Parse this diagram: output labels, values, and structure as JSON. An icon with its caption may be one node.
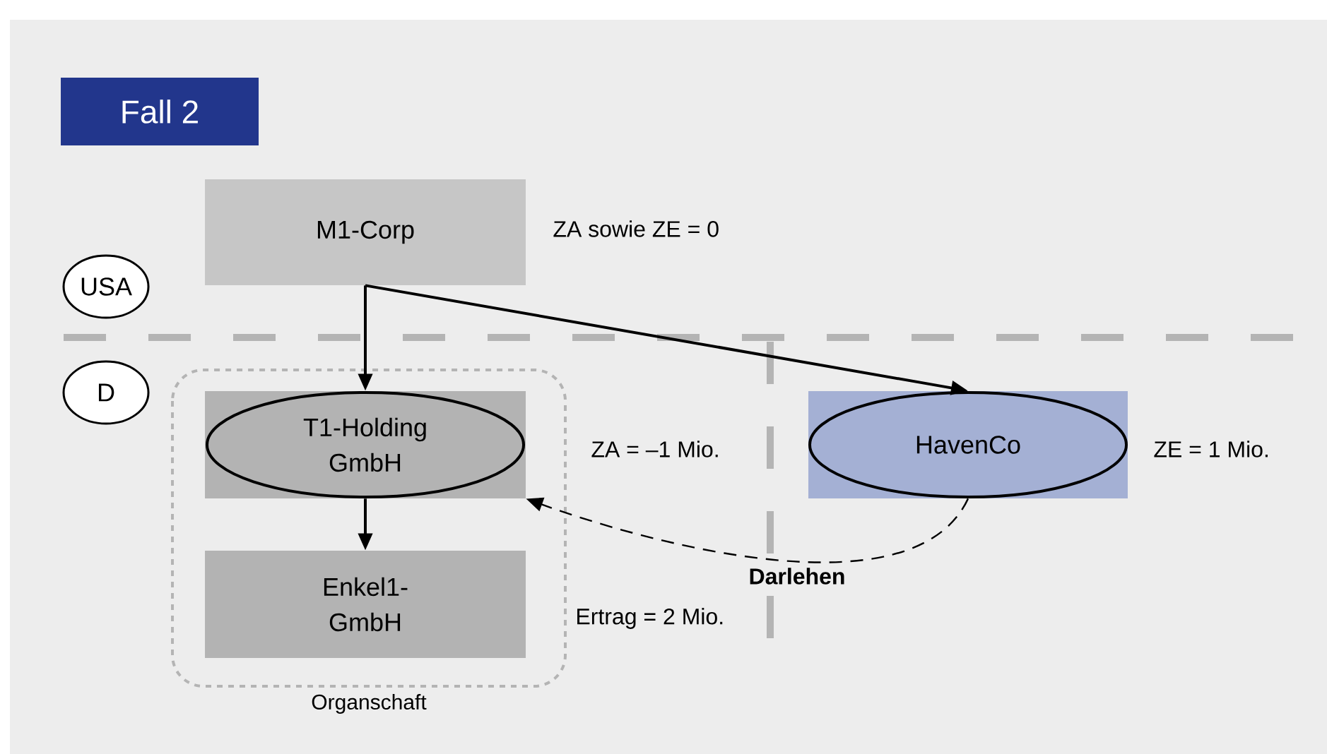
{
  "diagram": {
    "title": "Fall 2",
    "nodes": [
      {
        "text": [
          "M1-Corp"
        ],
        "beside": [
          "ZA sowie ZE = 0"
        ]
      },
      {
        "text": [
          "USA"
        ]
      },
      {
        "text": [
          "D"
        ]
      },
      {
        "text": [
          "Organschaft"
        ]
      },
      {
        "text": [
          "T1-Holding GmbH"
        ],
        "in": 3,
        "beside": [
          "ZA = –1 Mio."
        ]
      },
      {
        "text": [
          "Enkel1-GmbH"
        ],
        "in": 3,
        "beside": [
          "Ertrag = 2 Mio."
        ]
      },
      {
        "text": [
          "HavenCo"
        ],
        "beside": [
          "ZE = 1 Mio."
        ]
      }
    ],
    "edges": [
      {
        "from": 0,
        "to": 4,
        "arrow": "to"
      },
      {
        "from": 0,
        "to": 6,
        "arrow": "to"
      },
      {
        "from": 4,
        "to": 5,
        "arrow": "to"
      },
      {
        "from": 6,
        "to": 4,
        "arrow": "to",
        "style": "dashed",
        "label": "Darlehen"
      }
    ]
  }
}
